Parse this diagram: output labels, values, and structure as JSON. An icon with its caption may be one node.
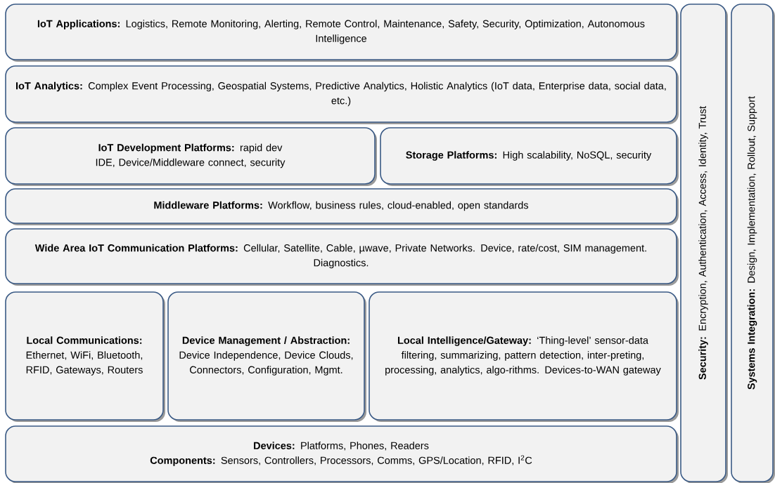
{
  "diagram": {
    "nodes": [
      {
        "text": [
          "**IoT Applications:** Logistics, Remote Monitoring, Alerting, Remote Control, Maintenance, Safety, Security, Optimization, Autonomous Intelligence"
        ]
      },
      {
        "text": [
          "**IoT Analytics:** Complex Event Processing, Geospatial Systems, Predictive Analytics, Holistic Analytics (IoT data, Enterprise data, social data, etc.)"
        ]
      },
      {
        "text": [
          "**IoT Development Platforms:** rapid dev IDE, Device/Middleware connect, security"
        ]
      },
      {
        "text": [
          "**Storage Platforms:** High scalability, NoSQL, security"
        ]
      },
      {
        "text": [
          "**Middleware Platforms:** Workflow, business rules, cloud-enabled, open standards"
        ]
      },
      {
        "text": [
          "**Wide Area IoT Communication Platforms:** Cellular, Satellite, Cable, µwave, Private Networks.  Device, rate/cost, SIM management. Diagnostics."
        ]
      },
      {
        "text": [
          "**Local Communications:** Ethernet, WiFi, Bluetooth, RFID, Gateways, Routers"
        ]
      },
      {
        "text": [
          "**Device Management / Abstraction:** Device Independence, Device Clouds, Connectors, Configuration, Mgmt."
        ]
      },
      {
        "text": [
          "**Local Intelligence/Gateway:** ‘Thing-level’ sensor-data filtering, summarizing, pattern detection, inter-preting, processing, analytics, algo-rithms. Devices-to-WAN  gateway"
        ]
      },
      {
        "text": [
          "**Devices:** Platforms, Phones, Readers",
          "**Components:** Sensors, Controllers, Processors, Comms, GPS/Location, RFID, I$^{2}$C"
        ]
      },
      {
        "text": [
          "**Security:** Encryption, Authentication, Access, Identity, Trust"
        ]
      },
      {
        "text": [
          "**Systems Integration:** Design, Implementation,  Rollout, Support"
        ]
      }
    ]
  }
}
